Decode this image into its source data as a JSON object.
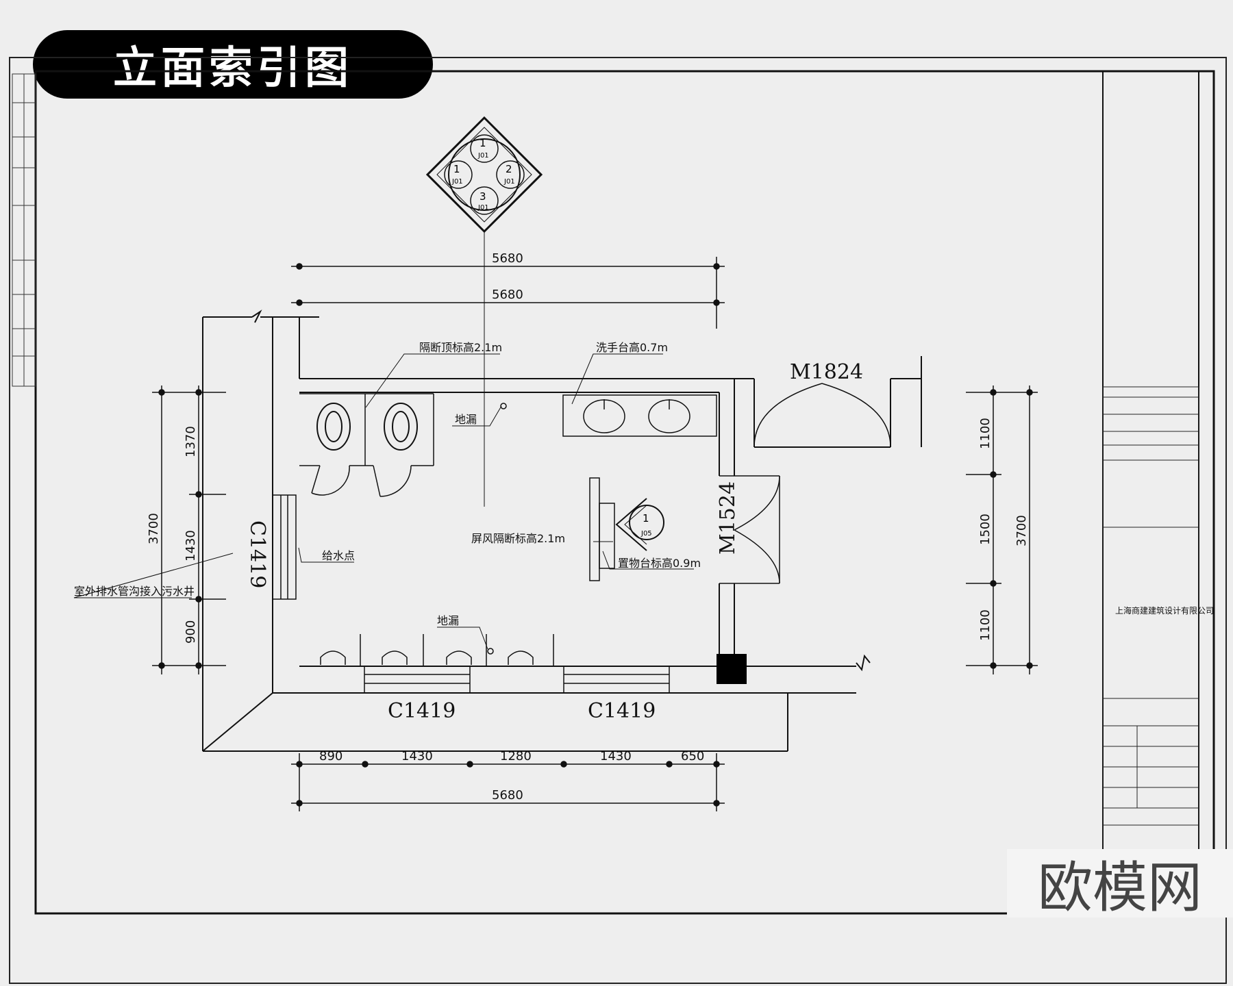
{
  "title": "立面索引图",
  "brand": "欧模网",
  "dims": {
    "top1": "5680",
    "top2": "5680",
    "bottom": [
      "890",
      "1430",
      "1280",
      "1430",
      "650"
    ],
    "bottom_total": "5680",
    "left": [
      "1370",
      "1430",
      "900"
    ],
    "left_total": "3700",
    "right": [
      "1100",
      "1500",
      "1100"
    ],
    "right_total": "3700"
  },
  "labels": {
    "partition_top": "隔断顶标高2.1m",
    "wash_counter": "洗手台高0.7m",
    "floor_drain_1": "地漏",
    "floor_drain_2": "地漏",
    "screen_partition": "屏风隔断标高2.1m",
    "shelf": "置物台标高0.9m",
    "water_supply": "给水点",
    "outdoor_drain": "室外排水管沟接入污水井"
  },
  "codes": {
    "door_main": "M1824",
    "door_side": "M1524",
    "window_left": "C1419",
    "window_b1": "C1419",
    "window_b2": "C1419"
  },
  "index_symbol": {
    "n1": "1",
    "n2": "2",
    "n3": "3",
    "n4": "1",
    "sheet": "J01",
    "sheet2": "J01",
    "sheet3": "J01",
    "sheet4": "J01"
  },
  "small_symbol": {
    "num": "1",
    "sheet": "J05"
  },
  "company": "上海商建建筑设计有限公司"
}
